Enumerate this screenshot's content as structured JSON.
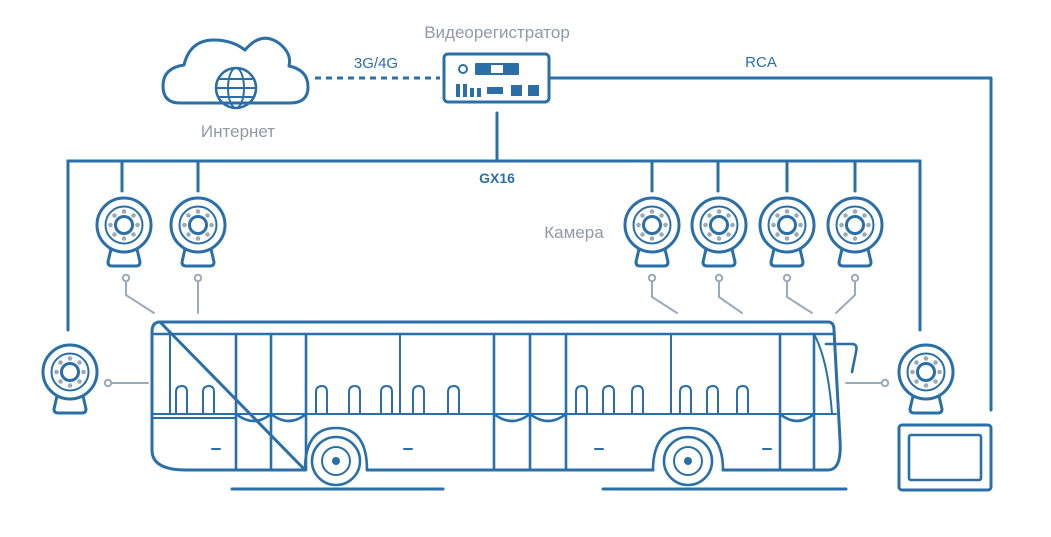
{
  "labels": {
    "dvr": "Видеорегистратор",
    "internet": "Интернет",
    "link_3g4g": "3G/4G",
    "rca": "RCA",
    "gx16": "GX16",
    "camera": "Камера"
  },
  "colors": {
    "line": "#2a6fa8",
    "connector": "#9aabbb",
    "label_gray": "#8f9aa6",
    "background": "#ffffff"
  },
  "icons": [
    "cloud-icon",
    "globe-icon",
    "dvr-icon",
    "camera-icon",
    "bus-icon",
    "monitor-icon"
  ]
}
